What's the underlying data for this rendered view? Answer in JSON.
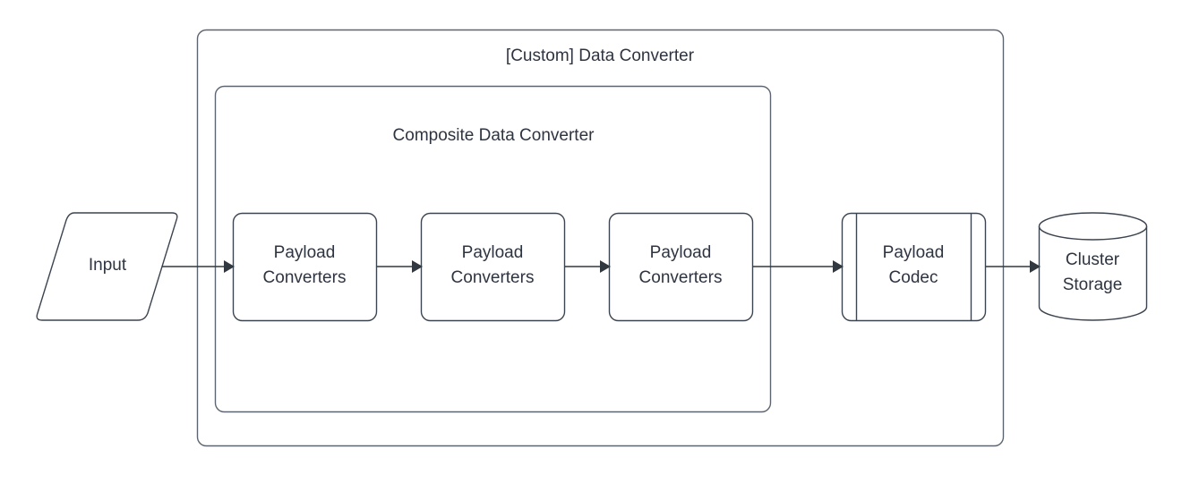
{
  "diagram": {
    "type": "flowchart",
    "background_color": "#ffffff",
    "stroke_color": "#3c444f",
    "container_stroke_color": "#5c6470",
    "text_color": "#2e3440",
    "connector_color": "#31383f",
    "containers": [
      {
        "id": "custom-data-converter",
        "title": "[Custom] Data Converter",
        "shape": "rounded-rectangle",
        "title_position": "top-center"
      },
      {
        "id": "composite-data-converter",
        "title": "Composite Data Converter",
        "shape": "rounded-rectangle",
        "title_position": "top-center"
      }
    ],
    "nodes": [
      {
        "id": "input",
        "label": "Input",
        "shape": "parallelogram"
      },
      {
        "id": "payload-converters-1",
        "label_line1": "Payload",
        "label_line2": "Converters",
        "shape": "rounded-rectangle"
      },
      {
        "id": "payload-converters-2",
        "label_line1": "Payload",
        "label_line2": "Converters",
        "shape": "rounded-rectangle"
      },
      {
        "id": "payload-converters-3",
        "label_line1": "Payload",
        "label_line2": "Converters",
        "shape": "rounded-rectangle"
      },
      {
        "id": "payload-codec",
        "label_line1": "Payload",
        "label_line2": "Codec",
        "shape": "predefined-process"
      },
      {
        "id": "cluster-storage",
        "label_line1": "Cluster",
        "label_line2": "Storage",
        "shape": "cylinder"
      }
    ],
    "edges": [
      {
        "id": "edge-input-to-pc1",
        "from": "input",
        "to": "payload-converters-1",
        "arrow": "solid-filled"
      },
      {
        "id": "edge-pc1-to-pc2",
        "from": "payload-converters-1",
        "to": "payload-converters-2",
        "arrow": "solid-filled"
      },
      {
        "id": "edge-pc2-to-pc3",
        "from": "payload-converters-2",
        "to": "payload-converters-3",
        "arrow": "solid-filled"
      },
      {
        "id": "edge-pc3-to-codec",
        "from": "payload-converters-3",
        "to": "payload-codec",
        "arrow": "solid-filled"
      },
      {
        "id": "edge-codec-to-storage",
        "from": "payload-codec",
        "to": "cluster-storage",
        "arrow": "solid-filled"
      }
    ]
  }
}
